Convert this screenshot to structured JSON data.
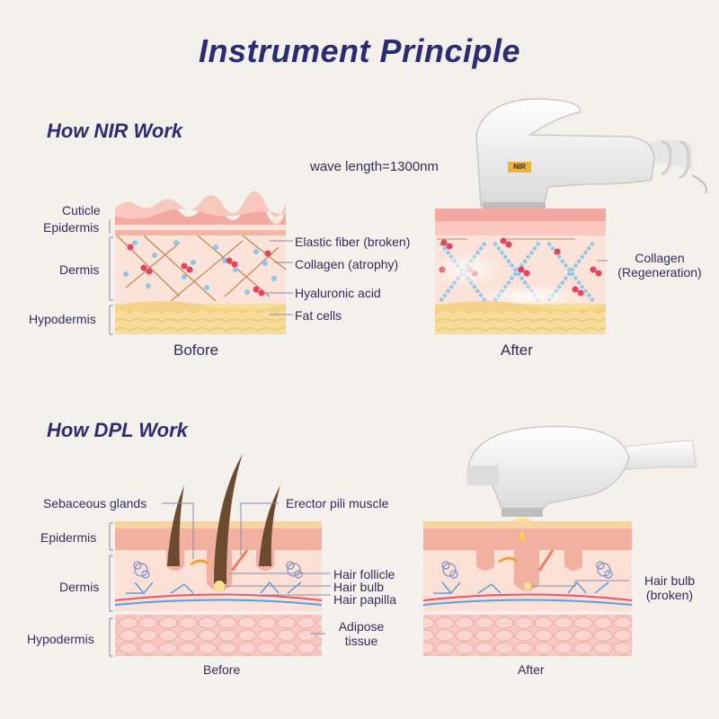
{
  "title": "Instrument Principle",
  "nir": {
    "heading": "How NIR Work",
    "wavelength": "wave length=1300nm",
    "device_label": "NIR",
    "layers": {
      "cuticle": "Cuticle",
      "epidermis": "Epidermis",
      "dermis": "Dermis",
      "hypodermis": "Hypodermis"
    },
    "callouts": {
      "elastic": "Elastic fiber (broken)",
      "collagen": "Collagen (atrophy)",
      "hyaluronic": "Hyaluronic acid",
      "fat": "Fat cells",
      "collagen_regen_1": "Collagen",
      "collagen_regen_2": "(Regeneration)"
    },
    "before": "Bofore",
    "after": "After"
  },
  "dpl": {
    "heading": "How DPL Work",
    "layers": {
      "epidermis": "Epidermis",
      "dermis": "Dermis",
      "hypodermis": "Hypodermis"
    },
    "callouts": {
      "sebaceous": "Sebaceous glands",
      "erector": "Erector pili muscle",
      "follicle": "Hair follicle",
      "bulb": "Hair bulb",
      "papilla": "Hair papilla",
      "adipose_1": "Adipose",
      "adipose_2": "tissue",
      "bulb_broken_1": "Hair bulb",
      "bulb_broken_2": "(broken)"
    },
    "before": "Before",
    "after": "After"
  },
  "colors": {
    "title": "#2b2d72",
    "text": "#2f2f5a",
    "skin_pink": "#f6bfae",
    "fat_yellow": "#f7dc9a",
    "fiber_brown": "#c58a5a",
    "blue_dot": "#8ec8e6",
    "red_dot": "#e3435e",
    "hair": "#6b4a2f"
  }
}
